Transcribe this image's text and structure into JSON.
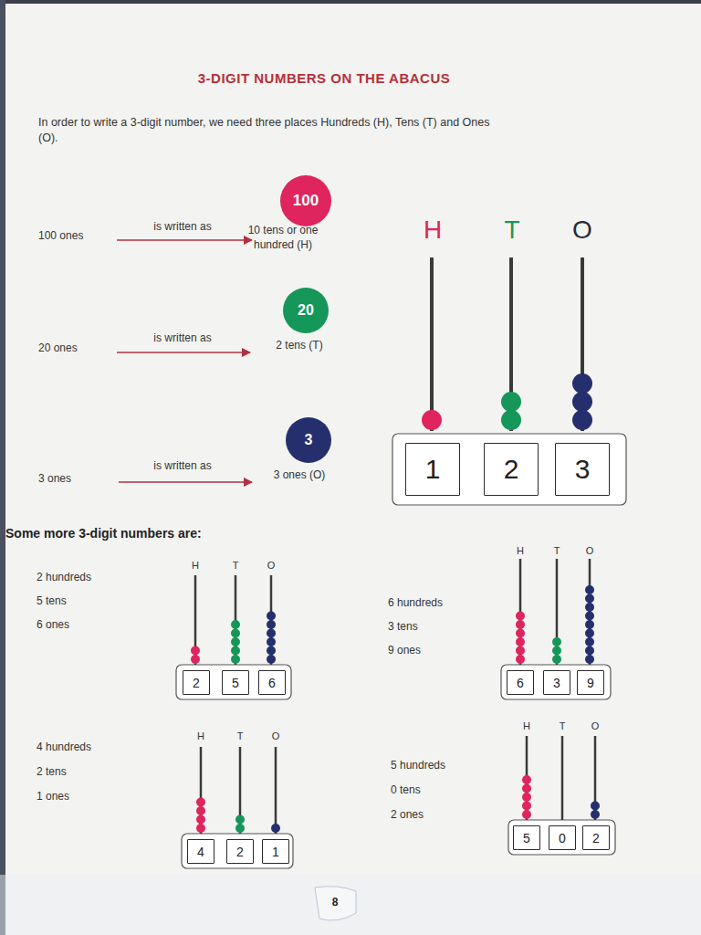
{
  "diagram": {
    "title": "3-DIGIT NUMBERS ON THE ABACUS",
    "nodes": [
      {
        "text": [
          "100"
        ]
      },
      {
        "text": [
          "20"
        ]
      },
      {
        "text": [
          "3"
        ]
      },
      {
        "text": [
          "1"
        ]
      },
      {
        "text": [
          "2"
        ]
      },
      {
        "text": [
          "3"
        ]
      },
      {
        "text": [
          "2"
        ]
      },
      {
        "text": [
          "5"
        ]
      },
      {
        "text": [
          "6"
        ]
      },
      {
        "text": [
          "6"
        ]
      },
      {
        "text": [
          "3"
        ]
      },
      {
        "text": [
          "9"
        ]
      },
      {
        "text": [
          "4"
        ]
      },
      {
        "text": [
          "2"
        ]
      },
      {
        "text": [
          "1"
        ]
      },
      {
        "text": [
          "5"
        ]
      },
      {
        "text": [
          "0"
        ]
      },
      {
        "text": [
          "2"
        ]
      }
    ],
    "labels": [
      "In order to write a 3-digit number, we need three places Hundreds (H), Tens (T) and Ones (O).",
      "100 ones",
      "is written as",
      "10 tens or one hundred (H)",
      "20 ones",
      "is written as",
      "2 tens (T)",
      "3 ones",
      "is written as",
      "3 ones (O)",
      "H",
      "T",
      "O",
      "Some more 3-digit numbers are:",
      "2 hundreds",
      "5 tens",
      "6 ones",
      "H",
      "T",
      "O",
      "6 hundreds",
      "3 tens",
      "9 ones",
      "H",
      "T",
      "O",
      "4 hundreds",
      "2 tens",
      "1 ones",
      "H",
      "T",
      "O",
      "5 hundreds",
      "0 tens",
      "2 ones",
      "H",
      "T",
      "O",
      "8"
    ]
  }
}
